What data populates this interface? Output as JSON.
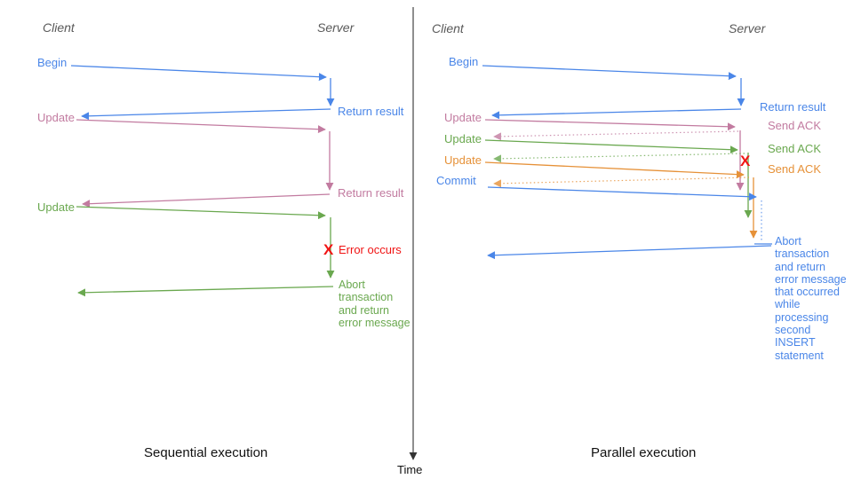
{
  "left": {
    "client_header": "Client",
    "server_header": "Server",
    "begin_label": "Begin",
    "return_result_1": "Return result",
    "update_1": "Update",
    "return_result_2": "Return result",
    "update_2": "Update",
    "error_mark": "X",
    "error_label": "Error occurs",
    "abort_note": "Abort\ntransaction\nand return\nerror message",
    "caption": "Sequential execution"
  },
  "right": {
    "client_header": "Client",
    "server_header": "Server",
    "begin_label": "Begin",
    "return_result": "Return result",
    "update_1": "Update",
    "send_ack_1": "Send ACK",
    "update_2": "Update",
    "send_ack_2": "Send ACK",
    "update_3": "Update",
    "send_ack_3": "Send ACK",
    "commit_label": "Commit",
    "error_mark": "X",
    "abort_note": "Abort\ntransaction\nand return\nerror message\nthat occurred\nwhile\nprocessing\nsecond\nINSERT\nstatement",
    "caption": "Parallel execution"
  },
  "time_axis": {
    "label": "Time"
  },
  "colors": {
    "blue": "#4a86e8",
    "pink": "#c27ba0",
    "green": "#6aa84f",
    "orange": "#e69138",
    "red": "#f01414",
    "header_gray": "#595959",
    "caption_black": "#111111"
  }
}
